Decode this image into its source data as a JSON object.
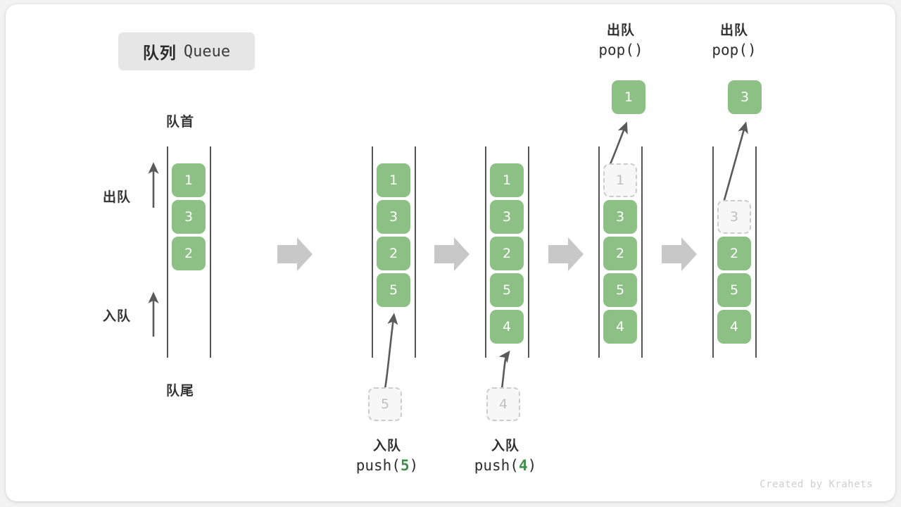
{
  "title": {
    "cn": "队列",
    "en": "Queue"
  },
  "labels": {
    "head": "队首",
    "tail": "队尾",
    "dequeue": "出队",
    "enqueue": "入队"
  },
  "colors": {
    "cell_fill": "#8cc084",
    "cell_text": "#ffffff",
    "ghost_fill": "#f7f7f7",
    "ghost_border": "#cccccc",
    "ghost_text": "#bfbfbf",
    "rail": "#555555",
    "arrow": "#5a5a5a",
    "flow_arrow": "#c8c8c8",
    "code_accent": "#3f8f4a",
    "chip_bg": "#e6e6e6",
    "card_bg": "#ffffff",
    "page_bg": "#f2f2f2"
  },
  "side_arrows": [
    {
      "label": "出队",
      "direction": "up"
    },
    {
      "label": "入队",
      "direction": "up"
    }
  ],
  "steps": [
    {
      "id": "initial",
      "caption_cn": "",
      "caption_code": "",
      "cells": [
        "1",
        "3",
        "2"
      ],
      "ghost_index": -1,
      "incoming": null,
      "outgoing": null,
      "top_caption_cn": "",
      "top_caption_code": ""
    },
    {
      "id": "push-5",
      "caption_cn": "入队",
      "caption_code": "push(5)",
      "caption_code_arg": "5",
      "cells": [
        "1",
        "3",
        "2",
        "5"
      ],
      "ghost_index": -1,
      "incoming": "5",
      "outgoing": null,
      "top_caption_cn": "",
      "top_caption_code": ""
    },
    {
      "id": "push-4",
      "caption_cn": "入队",
      "caption_code": "push(4)",
      "caption_code_arg": "4",
      "cells": [
        "1",
        "3",
        "2",
        "5",
        "4"
      ],
      "ghost_index": -1,
      "incoming": "4",
      "outgoing": null,
      "top_caption_cn": "",
      "top_caption_code": ""
    },
    {
      "id": "pop-1",
      "caption_cn": "",
      "caption_code": "",
      "cells": [
        "1",
        "3",
        "2",
        "5",
        "4"
      ],
      "ghost_index": 0,
      "incoming": null,
      "outgoing": "1",
      "top_caption_cn": "出队",
      "top_caption_code": "pop()"
    },
    {
      "id": "pop-3",
      "caption_cn": "",
      "caption_code": "",
      "cells": [
        "3",
        "2",
        "5",
        "4"
      ],
      "ghost_index": 0,
      "incoming": null,
      "outgoing": "3",
      "top_caption_cn": "出队",
      "top_caption_code": "pop()"
    }
  ],
  "flow_arrows": 4,
  "credit": "Created by Krahets"
}
